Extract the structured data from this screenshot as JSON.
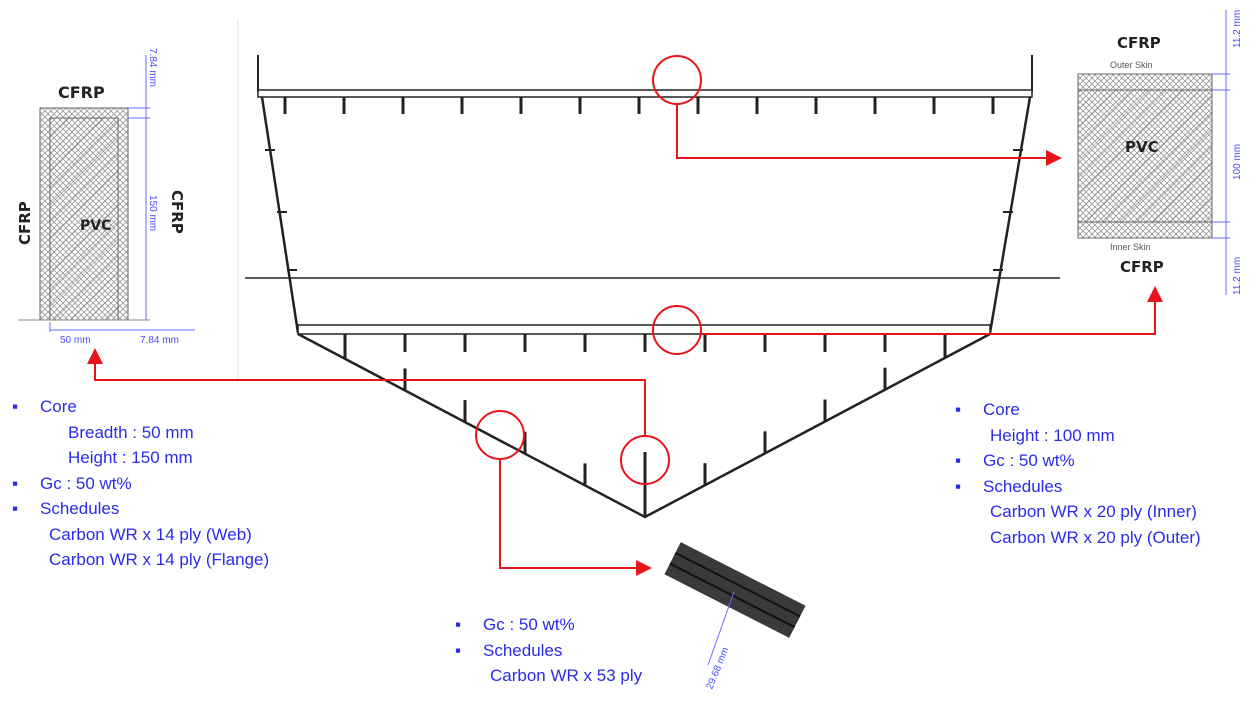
{
  "left_section": {
    "top_label": "CFRP",
    "left_label": "CFRP",
    "right_label": "CFRP",
    "core_label": "PVC",
    "dim_top": "7.84 mm",
    "dim_height": "150 mm",
    "dim_width": "50 mm",
    "dim_side": "7.84 mm"
  },
  "right_section": {
    "top_label": "CFRP",
    "outer_label": "Outer Skin",
    "core_label": "PVC",
    "inner_label": "Inner Skin",
    "bottom_label": "CFRP",
    "dim_top": "11.2 mm",
    "dim_height": "100 mm",
    "dim_bottom": "11.2 mm"
  },
  "keel_section": {
    "dim": "29.68 mm"
  },
  "notes_left": {
    "core": "Core",
    "breadth": "Breadth : 50 mm",
    "height": "Height : 150 mm",
    "gc": "Gc : 50 wt%",
    "schedules": "Schedules",
    "web": "Carbon WR x 14 ply (Web)",
    "flange": "Carbon WR x 14 ply (Flange)"
  },
  "notes_right": {
    "core": "Core",
    "height": "Height : 100 mm",
    "gc": "Gc : 50 wt%",
    "schedules": "Schedules",
    "inner": "Carbon WR x 20 ply (Inner)",
    "outer": "Carbon WR x 20 ply (Outer)"
  },
  "notes_bottom": {
    "gc": "Gc : 50 wt%",
    "schedules": "Schedules",
    "ply": "Carbon WR x 53 ply"
  },
  "colors": {
    "annotation": "#2b2bea",
    "arrow": "#e8141b",
    "structure": "#222222"
  }
}
